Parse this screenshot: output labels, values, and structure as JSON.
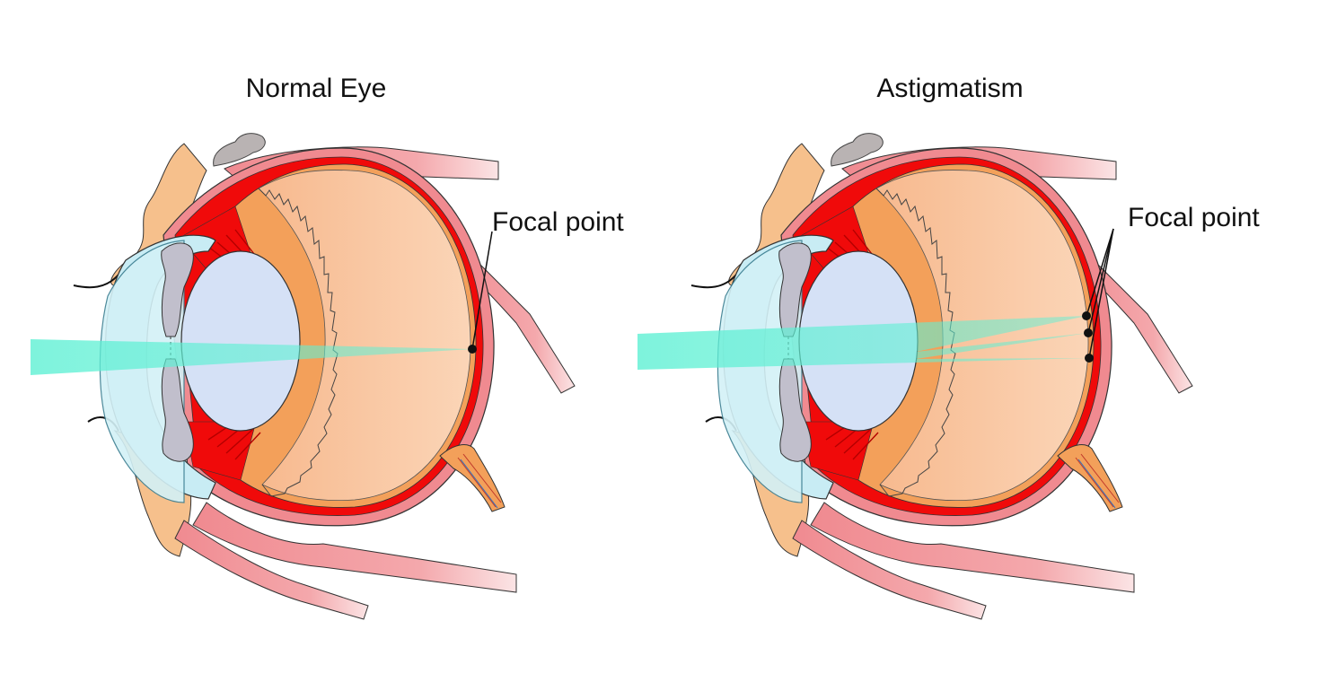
{
  "panels": [
    {
      "title": "Normal Eye",
      "focal_label": "Focal point",
      "focal_point_count": 1
    },
    {
      "title": "Astigmatism",
      "focal_label": "Focal point",
      "focal_point_count": 3
    }
  ],
  "colors": {
    "sclera_pink": "#f08a90",
    "choroid_red": "#f00a0a",
    "retina_orange": "#f3a05a",
    "vitreous_peach": "#f9c8a4",
    "lens_blue": "#d5e1f6",
    "cornea_blue": "#c8ecf4",
    "iris_gray": "#c1bfcc",
    "light_beam": "#5ff0d4",
    "eyelid_skin": "#f6c08c"
  }
}
